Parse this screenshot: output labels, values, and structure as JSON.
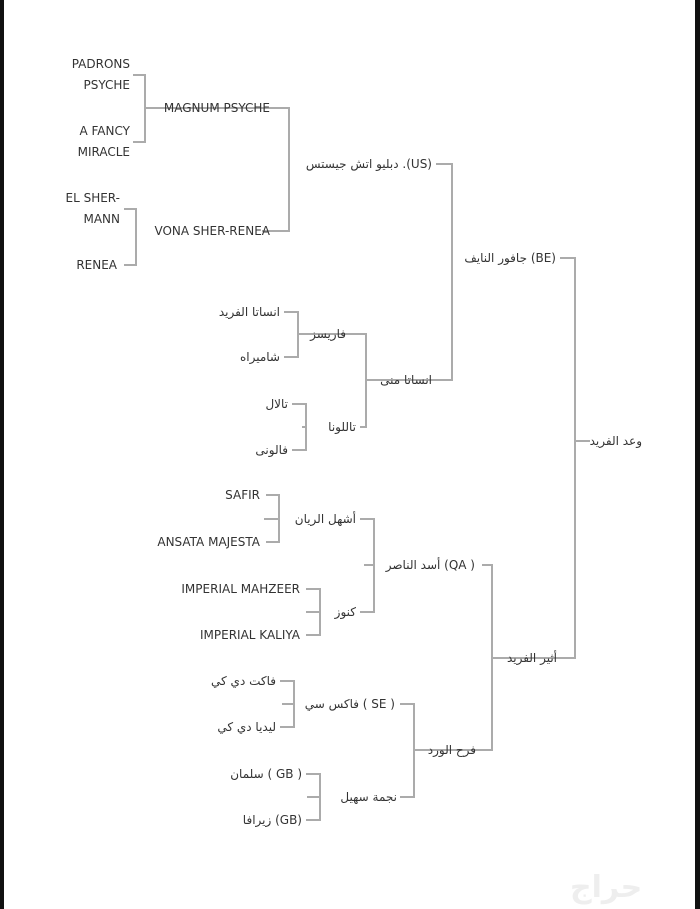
{
  "pedigree": {
    "root": "وعد الفريد",
    "sire": "جافور النايف (BE)",
    "dam": "أثير الفريد",
    "sire_sire": "دبليو اتش جيستس .(US)",
    "sire_dam": "انساتا منى",
    "dam_sire": "أسد الناصر (QA )",
    "dam_dam": "فرح الورد",
    "sss": "MAGNUM PSYCHE",
    "ssd": "VONA SHER-RENEA",
    "sds": "فاريسز",
    "sdd": "تاللونا",
    "dss": "أشهل الريان",
    "dsd": "كنوز",
    "dds": "فاكس سي ( SE )",
    "ddd": "نجمة سهيل",
    "ssss": "PADRONS\nPSYCHE",
    "sssd": "A FANCY\nMIRACLE",
    "ssds": "EL SHER-\nMANN",
    "ssdd": "RENEA",
    "sdss": "انساتا الفريد",
    "sdsd": "شاميراه",
    "sdds": "تالال",
    "sddd": "فالونی",
    "dsss": "SAFIR",
    "dssd": "ANSATA MAJESTA",
    "dsds": "IMPERIAL MAHZEER",
    "dsdd": "IMPERIAL KALIYA",
    "ddss": "فاكت دي كي",
    "ddsd": "ليديا دي كي",
    "ddds": "سلمان ( GB )",
    "dddd": "زيرافا (GB)"
  },
  "watermark": "حراج",
  "colors": {
    "line": "#ababab",
    "text": "#333333"
  }
}
